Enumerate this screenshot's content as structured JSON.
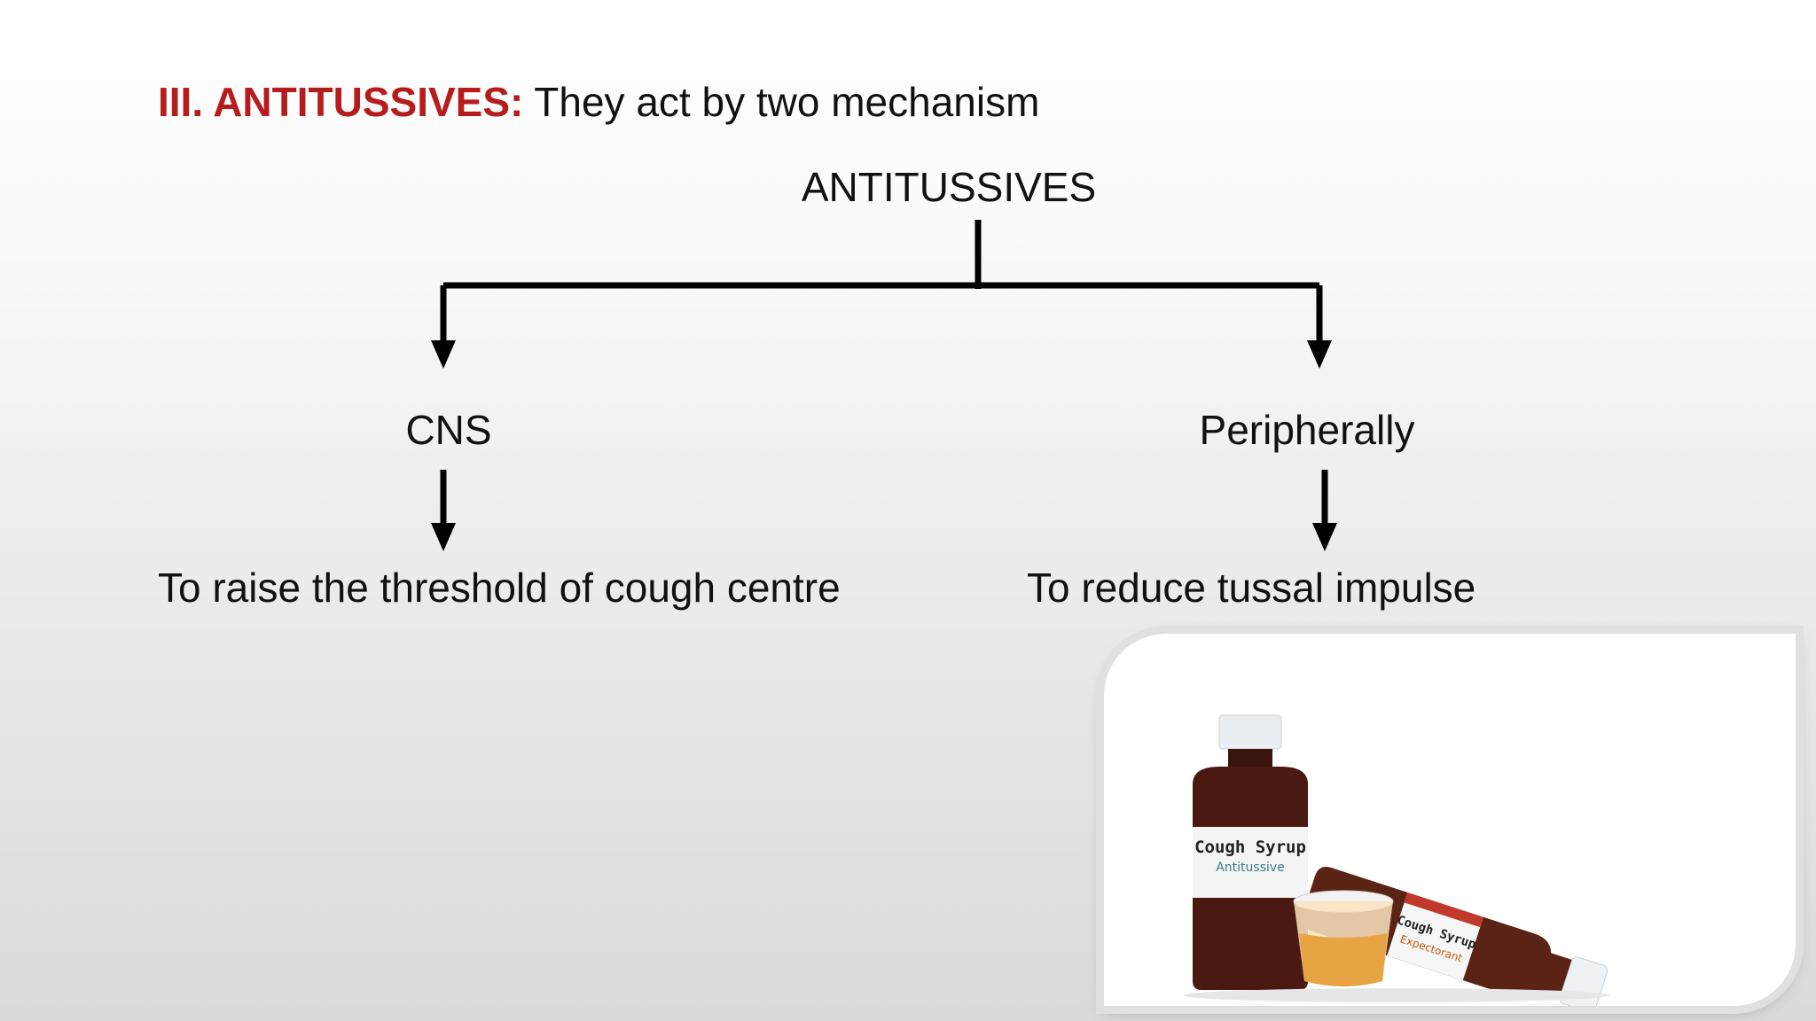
{
  "heading": {
    "prefix": "III. ANTITUSSIVES:",
    "text": " They act by two mechanism"
  },
  "diagram": {
    "root": "ANTITUSSIVES",
    "branches": [
      {
        "label": "CNS",
        "effect": "To raise the threshold of cough centre"
      },
      {
        "label": "Peripherally",
        "effect": "To reduce tussal impulse"
      }
    ]
  },
  "photo": {
    "label_main": "Cough Syrup",
    "label_sub": "Antitussive",
    "label_side": "Cough Syrup",
    "label_side_sub": "Expectorant"
  },
  "colors": {
    "accent_red": "#b71c1c",
    "text": "#111111",
    "syrup_bottle": "#4a1a12",
    "syrup_liquid": "#e7a443"
  }
}
